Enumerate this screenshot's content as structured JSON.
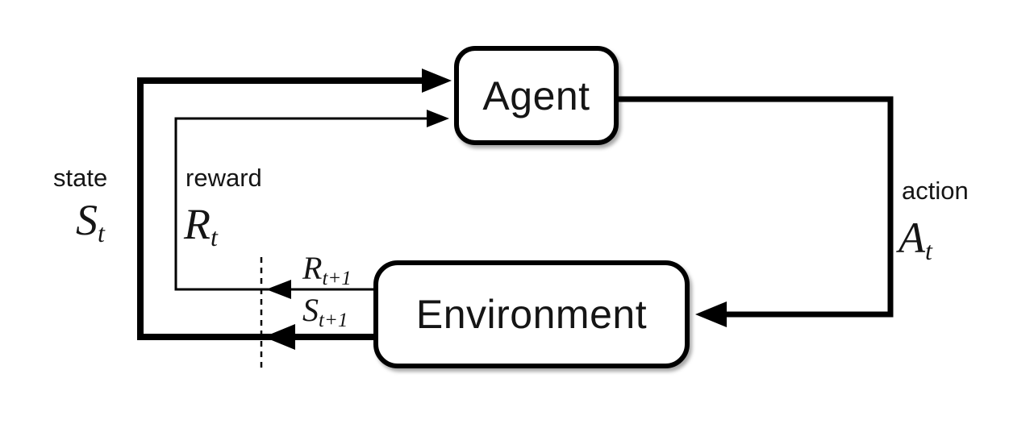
{
  "diagram": {
    "boxes": {
      "agent": {
        "label": "Agent"
      },
      "environment": {
        "label": "Environment"
      }
    },
    "labels": {
      "state": {
        "word": "state",
        "symbol": "S",
        "subscript": "t"
      },
      "reward": {
        "word": "reward",
        "symbol": "R",
        "subscript": "t"
      },
      "action": {
        "word": "action",
        "symbol": "A",
        "subscript": "t"
      },
      "next_reward": {
        "symbol": "R",
        "subscript": "t+1"
      },
      "next_state": {
        "symbol": "S",
        "subscript": "t+1"
      }
    },
    "colors": {
      "line": "#000000",
      "text": "#151515",
      "box_border": "#000000",
      "box_background": "#ffffff",
      "page_background": "#ffffff"
    }
  }
}
